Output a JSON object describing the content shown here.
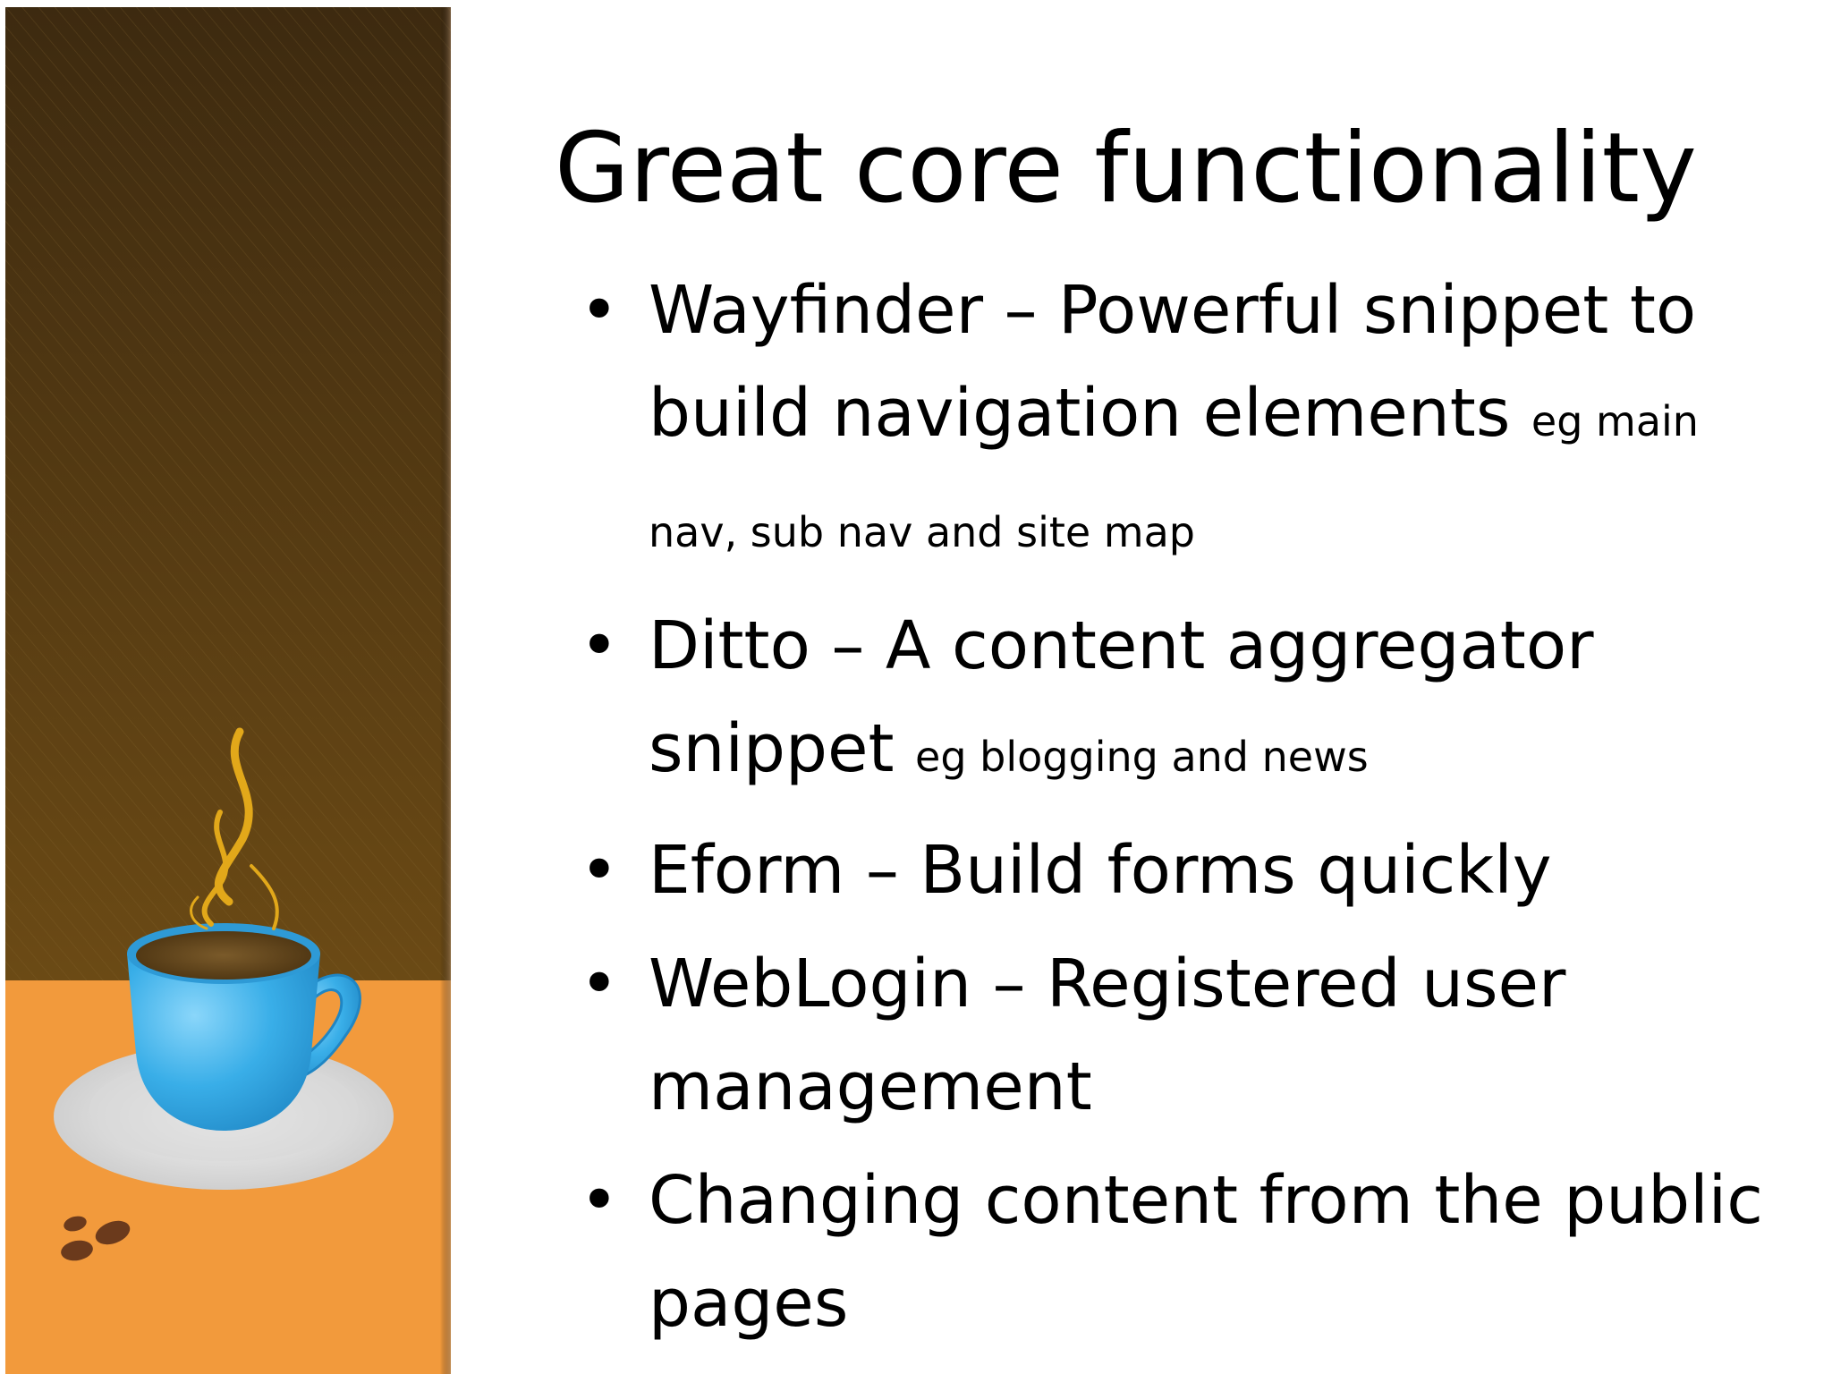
{
  "slide": {
    "title": "Great core functionality",
    "bullets": [
      {
        "main": "Wayfinder – Powerful snippet to build navigation elements",
        "note": "eg main nav, sub nav and site map"
      },
      {
        "main": "Ditto – A content aggregator snippet",
        "note": "eg blogging and news"
      },
      {
        "main": "Eform – Build forms quickly",
        "note": ""
      },
      {
        "main": "WebLogin – Registered user management",
        "note": ""
      },
      {
        "main": "Changing content from the public pages",
        "note": ""
      }
    ],
    "bullet_glyph": "•"
  },
  "colors": {
    "panel_top": "#3d2a10",
    "panel_bottom": "#6a4a14",
    "table_orange": "#f29a3c",
    "cup_blue": "#3ab0ea",
    "steam": "#e2a81a",
    "saucer": "#e4e4e4",
    "beans": "#6b3a1c"
  },
  "decor": {
    "illustration": "coffee-cup-illustration",
    "steam": "steam-icon",
    "beans": "coffee-beans-icon"
  }
}
